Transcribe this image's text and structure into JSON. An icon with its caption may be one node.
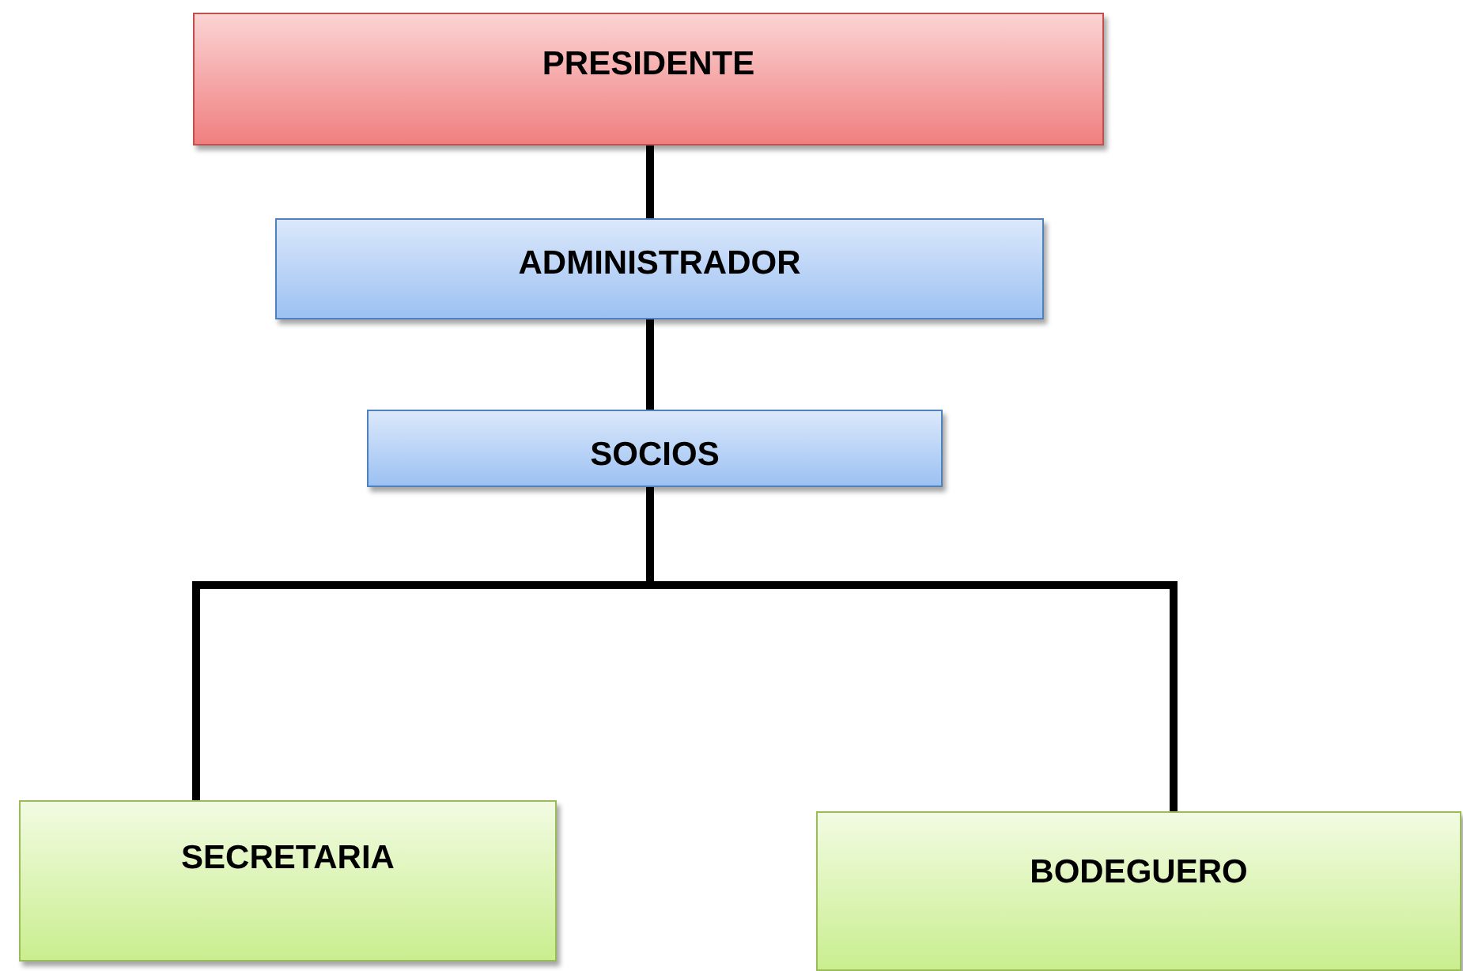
{
  "diagram": {
    "nodes": [
      {
        "text": [
          "PRESIDENTE"
        ]
      },
      {
        "text": [
          "ADMINISTRADOR"
        ]
      },
      {
        "text": [
          "SOCIOS"
        ]
      },
      {
        "text": [
          "SECRETARIA"
        ]
      },
      {
        "text": [
          "BODEGUERO"
        ]
      }
    ],
    "edges": [
      {
        "from": 0,
        "to": 1,
        "arrow": "none"
      },
      {
        "from": 1,
        "to": 2,
        "arrow": "none"
      },
      {
        "from": 2,
        "to": 3,
        "arrow": "none"
      },
      {
        "from": 2,
        "to": 4,
        "arrow": "none"
      }
    ]
  }
}
